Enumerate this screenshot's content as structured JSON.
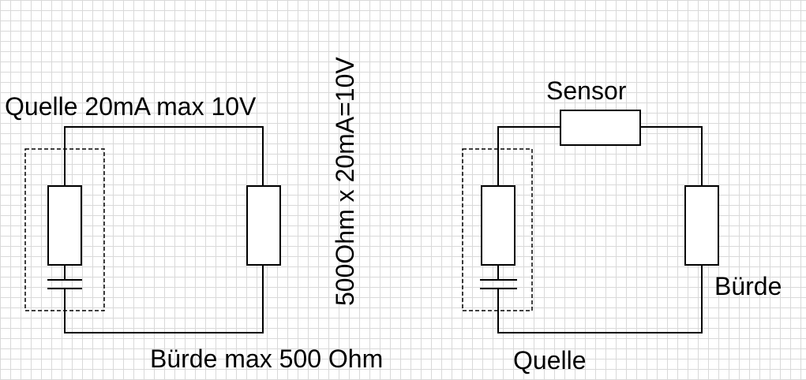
{
  "labels": {
    "left_source": "Quelle 20mA max 10V",
    "left_burden": "Bürde max 500 Ohm",
    "calculation": "500Ohm x 20mA=10V",
    "sensor": "Sensor",
    "right_burden": "Bürde",
    "right_source": "Quelle"
  },
  "colors": {
    "line": "#000000",
    "grid": "#d9d9d9",
    "background": "#ffffff"
  }
}
